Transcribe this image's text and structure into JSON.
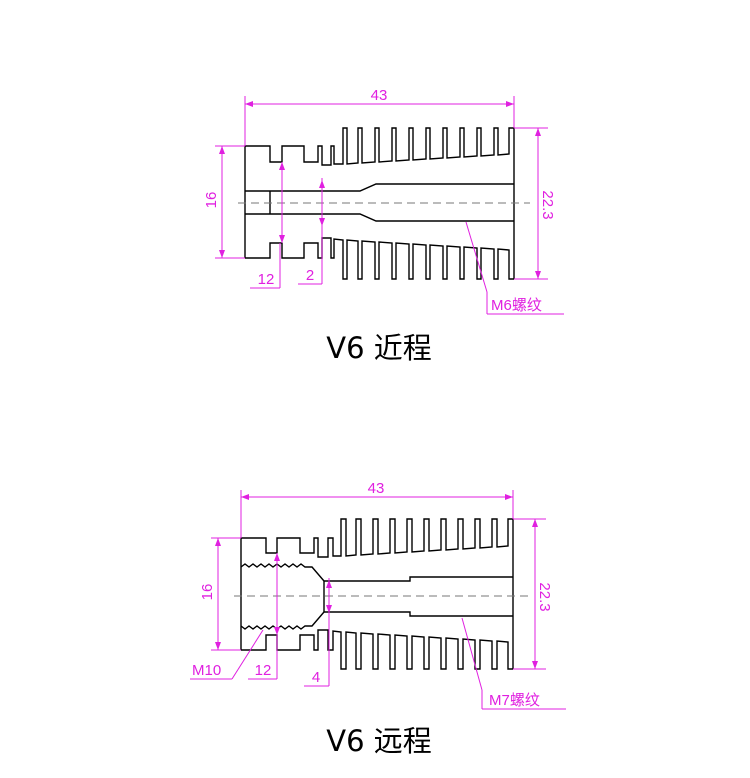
{
  "colors": {
    "dimension": "#e020e0",
    "outline": "#000000",
    "background": "#ffffff"
  },
  "short_distance": {
    "caption": "V6 近程",
    "dims": {
      "length": "43",
      "height": "16",
      "fin_height": "22.3",
      "neck_left": "12",
      "neck_gap": "2",
      "thread": "M6螺纹"
    }
  },
  "long_distance": {
    "caption": "V6 远程",
    "dims": {
      "length": "43",
      "height": "16",
      "fin_height": "22.3",
      "neck_left": "12",
      "neck_gap": "4",
      "thread_left": "M10",
      "thread": "M7螺纹"
    }
  }
}
